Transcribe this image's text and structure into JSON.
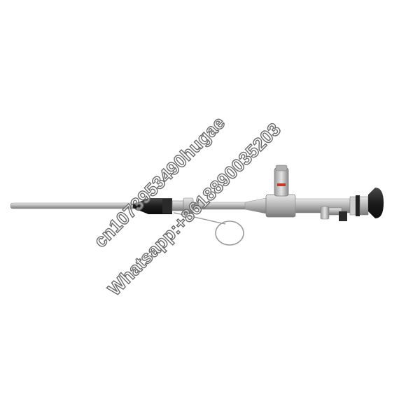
{
  "image": {
    "subject": "rigid-endoscope",
    "background_color": "#ffffff",
    "metal_color": "#b4b4b4",
    "dark_color": "#1e1e1e"
  },
  "watermarks": {
    "line_1": "cn1073953490hugae",
    "line_2": "Whatsapp:+8618890035203"
  }
}
